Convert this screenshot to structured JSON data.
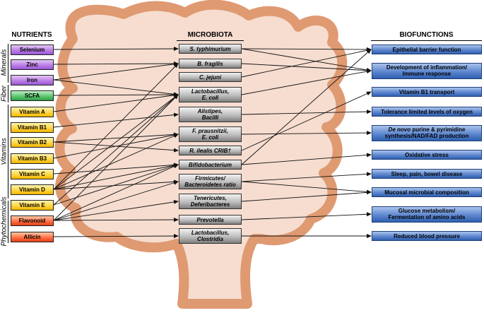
{
  "headers": {
    "nutrients": "NUTRIENTS",
    "microbiota": "MICROBIOTA",
    "biofunctions": "BIOFUNCTIONS"
  },
  "categories": {
    "minerals": "Minerals",
    "fiber": "Fiber",
    "vitamins": "Vitamins",
    "phytochemicals": "Phytochemicals"
  },
  "nutrients": [
    {
      "label": "Selenium",
      "group": "mineral"
    },
    {
      "label": "Zinc",
      "group": "mineral"
    },
    {
      "label": "Iron",
      "group": "mineral"
    },
    {
      "label": "SCFA",
      "group": "fiber"
    },
    {
      "label": "Vitamin A",
      "group": "vitamin"
    },
    {
      "label": "Vitamin B1",
      "group": "vitamin"
    },
    {
      "label": "Vitamin B2",
      "group": "vitamin"
    },
    {
      "label": "Vitamin B3",
      "group": "vitamin"
    },
    {
      "label": "Vitamin C",
      "group": "vitamin"
    },
    {
      "label": "Vitamin D",
      "group": "vitamin"
    },
    {
      "label": "Vitamin E",
      "group": "vitamin"
    },
    {
      "label": "Flavonoid",
      "group": "phyto"
    },
    {
      "label": "Allicin",
      "group": "phyto"
    }
  ],
  "microbiota": [
    {
      "line1": "S. typhimurium",
      "line2": ""
    },
    {
      "line1": "B. fragilis",
      "line2": ""
    },
    {
      "line1": "C. jejuni",
      "line2": ""
    },
    {
      "line1": "Lactobacillus,",
      "line2": "E. coli"
    },
    {
      "line1": "Alistipes,",
      "line2": "Bacilli"
    },
    {
      "line1": "F. prausnitzii,",
      "line2": "E. coli"
    },
    {
      "line1": "R. ilealis CRIB†",
      "line2": ""
    },
    {
      "line1": "Bifidobacterium",
      "line2": ""
    },
    {
      "line1": "Firmicutes/",
      "line2": "Bacteroidetes ratio"
    },
    {
      "line1": "Tenericutes,",
      "line2": "Deferibacteres"
    },
    {
      "line1": "Prevotella",
      "line2": ""
    },
    {
      "line1": "Lactobacillus,",
      "line2": "Clostridia"
    }
  ],
  "biofunctions": [
    {
      "line1": "Epithelial barrier function",
      "line2": ""
    },
    {
      "line1": "Development of inflammation/",
      "line2": "Immune response"
    },
    {
      "line1": "Vitamin B1 transport",
      "line2": ""
    },
    {
      "line1": "Tolerance limited levels of oxygen",
      "line2": ""
    },
    {
      "line1": "De novo purine & pyrimidine",
      "line2": "synthesis/NAD/FAD production"
    },
    {
      "line1": "Oxidative stress",
      "line2": ""
    },
    {
      "line1": "Sleep, pain, bowel disease",
      "line2": ""
    },
    {
      "line1": "Mucosal microbial composition",
      "line2": ""
    },
    {
      "line1": "Glucose metabolism/",
      "line2": "Fermentation of amino acids"
    },
    {
      "line1": "Reduced blood pressure",
      "line2": ""
    }
  ],
  "links_nutrient_to_microbe": [
    [
      0,
      0
    ],
    [
      1,
      1
    ],
    [
      2,
      1
    ],
    [
      2,
      3
    ],
    [
      3,
      3
    ],
    [
      4,
      3
    ],
    [
      5,
      4
    ],
    [
      6,
      5
    ],
    [
      6,
      6
    ],
    [
      7,
      5
    ],
    [
      8,
      7
    ],
    [
      9,
      1
    ],
    [
      9,
      3
    ],
    [
      9,
      5
    ],
    [
      9,
      7
    ],
    [
      9,
      8
    ],
    [
      10,
      3
    ],
    [
      10,
      7
    ],
    [
      11,
      3
    ],
    [
      11,
      7
    ],
    [
      11,
      8
    ],
    [
      11,
      9
    ],
    [
      11,
      10
    ],
    [
      12,
      11
    ]
  ],
  "links_microbe_to_function": [
    [
      0,
      0
    ],
    [
      0,
      1
    ],
    [
      1,
      1
    ],
    [
      2,
      0
    ],
    [
      3,
      1
    ],
    [
      4,
      3
    ],
    [
      5,
      4
    ],
    [
      6,
      2
    ],
    [
      7,
      0
    ],
    [
      7,
      5
    ],
    [
      8,
      6
    ],
    [
      8,
      7
    ],
    [
      9,
      7
    ],
    [
      10,
      8
    ],
    [
      11,
      9
    ]
  ],
  "colors": {
    "colon_fill": "#f6ddd0",
    "colon_outline": "#df9a72",
    "arrow": "#111111"
  }
}
